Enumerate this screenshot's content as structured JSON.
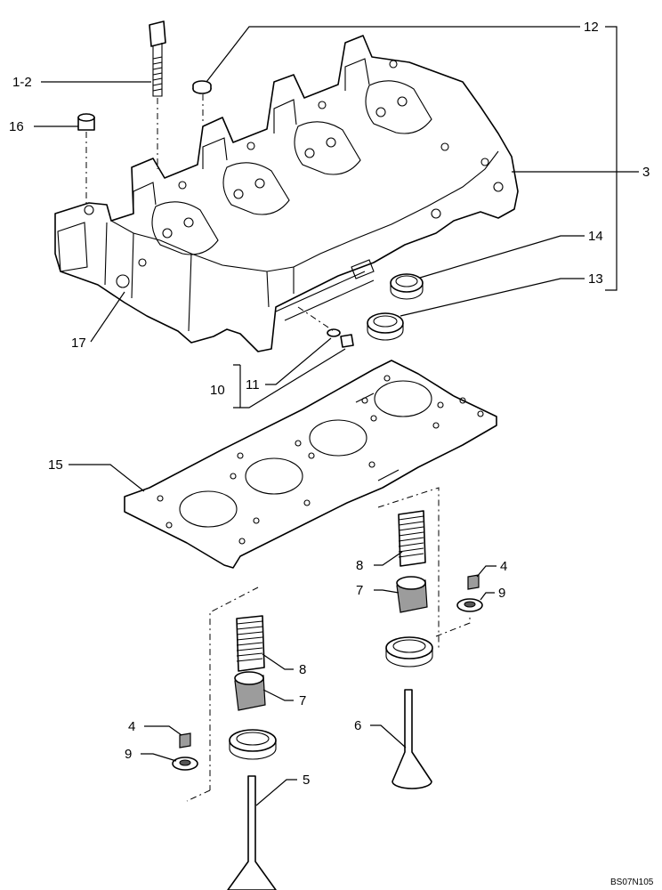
{
  "callouts": {
    "c1_2": "1-2",
    "c16": "16",
    "c12": "12",
    "c3": "3",
    "c14": "14",
    "c13": "13",
    "c17": "17",
    "c11": "11",
    "c10": "10",
    "c15": "15",
    "c8a": "8",
    "c7a": "7",
    "c4a": "4",
    "c9a": "9",
    "c8b": "8",
    "c7b": "7",
    "c6": "6",
    "c4b": "4",
    "c9b": "9",
    "c5": "5"
  },
  "reference_code": "BS07N105"
}
